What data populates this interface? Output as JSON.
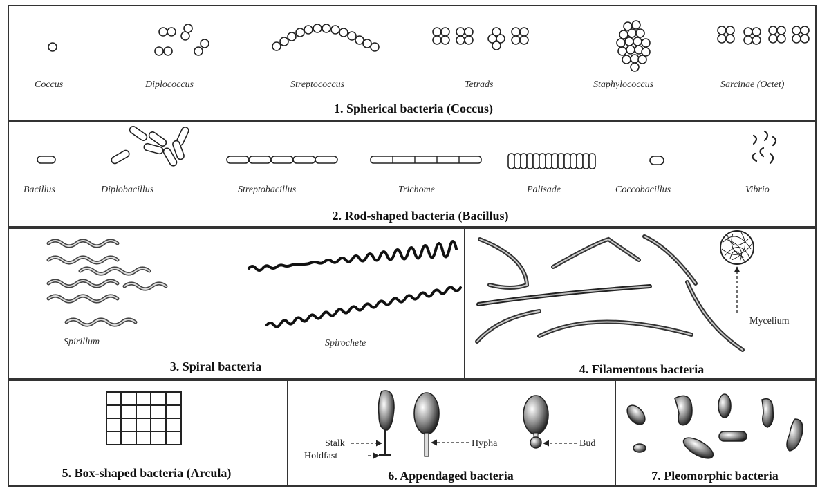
{
  "panel1": {
    "labels": {
      "coccus": "Coccus",
      "diplococcus": "Diplococcus",
      "streptococcus": "Streptococcus",
      "tetrads": "Tetrads",
      "staphylococcus": "Staphylococcus",
      "sarcinae": "Sarcinae (Octet)"
    },
    "title": "1. Spherical bacteria (Coccus)"
  },
  "panel2": {
    "labels": {
      "bacillus": "Bacillus",
      "diplobacillus": "Diplobacillus",
      "streptobacillus": "Streptobacillus",
      "trichome": "Trichome",
      "palisade": "Palisade",
      "coccobacillus": "Coccobacillus",
      "vibrio": "Vibrio"
    },
    "title": "2. Rod-shaped bacteria (Bacillus)"
  },
  "panel3": {
    "labels": {
      "spirillum": "Spirillum",
      "spirochete": "Spirochete"
    },
    "title": "3. Spiral bacteria"
  },
  "panel4": {
    "labels": {
      "mycelium": "Mycelium"
    },
    "title": "4. Filamentous bacteria"
  },
  "panel5": {
    "title": "5. Box-shaped bacteria (Arcula)"
  },
  "panel6": {
    "labels": {
      "stalk": "Stalk",
      "holdfast": "Holdfast",
      "hypha": "Hypha",
      "bud": "Bud"
    },
    "title": "6. Appendaged bacteria"
  },
  "panel7": {
    "title": "7. Pleomorphic bacteria"
  }
}
